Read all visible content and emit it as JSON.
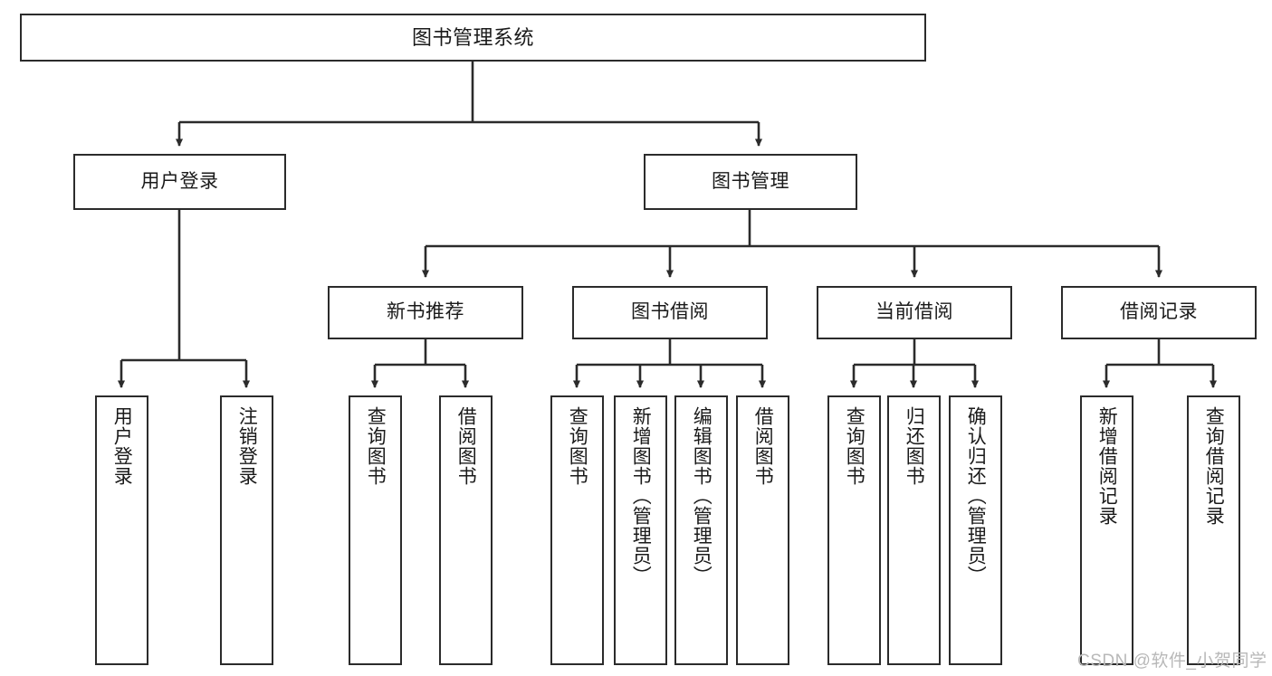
{
  "diagram": {
    "type": "tree-hierarchy",
    "title": "图书管理系统",
    "nodes": {
      "root": {
        "label": "图书管理系统"
      },
      "level2": [
        {
          "id": "user-login",
          "label": "用户登录"
        },
        {
          "id": "book-management",
          "label": "图书管理"
        }
      ],
      "level3": [
        {
          "id": "new-book-recommend",
          "label": "新书推荐"
        },
        {
          "id": "book-borrow",
          "label": "图书借阅"
        },
        {
          "id": "current-borrow",
          "label": "当前借阅"
        },
        {
          "id": "borrow-record",
          "label": "借阅记录"
        }
      ],
      "leaves": [
        {
          "id": "leaf-user-login",
          "label": "用户登录",
          "parent": "user-login"
        },
        {
          "id": "leaf-logout-login",
          "label": "注销登录",
          "parent": "user-login"
        },
        {
          "id": "leaf-query-book-1",
          "label": "查询图书",
          "parent": "new-book-recommend"
        },
        {
          "id": "leaf-borrow-book-1",
          "label": "借阅图书",
          "parent": "new-book-recommend"
        },
        {
          "id": "leaf-query-book-2",
          "label": "查询图书",
          "parent": "book-borrow"
        },
        {
          "id": "leaf-add-book",
          "label": "新增图书（管理员）",
          "parent": "book-borrow"
        },
        {
          "id": "leaf-edit-book",
          "label": "编辑图书（管理员）",
          "parent": "book-borrow"
        },
        {
          "id": "leaf-borrow-book-2",
          "label": "借阅图书",
          "parent": "book-borrow"
        },
        {
          "id": "leaf-query-book-3",
          "label": "查询图书",
          "parent": "current-borrow"
        },
        {
          "id": "leaf-return-book",
          "label": "归还图书",
          "parent": "current-borrow"
        },
        {
          "id": "leaf-confirm-return",
          "label": "确认归还（管理员）",
          "parent": "current-borrow"
        },
        {
          "id": "leaf-add-record",
          "label": "新增借阅记录",
          "parent": "borrow-record"
        },
        {
          "id": "leaf-query-record",
          "label": "查询借阅记录",
          "parent": "borrow-record"
        }
      ]
    },
    "watermark": "CSDN @软件_小贺同学",
    "colors": {
      "box_border": "#2b2b2b",
      "box_fill": "#ffffff",
      "edge": "#2b2b2b",
      "text": "#1a1a1a",
      "watermark": "#b8b8b8",
      "background": "#ffffff"
    }
  }
}
